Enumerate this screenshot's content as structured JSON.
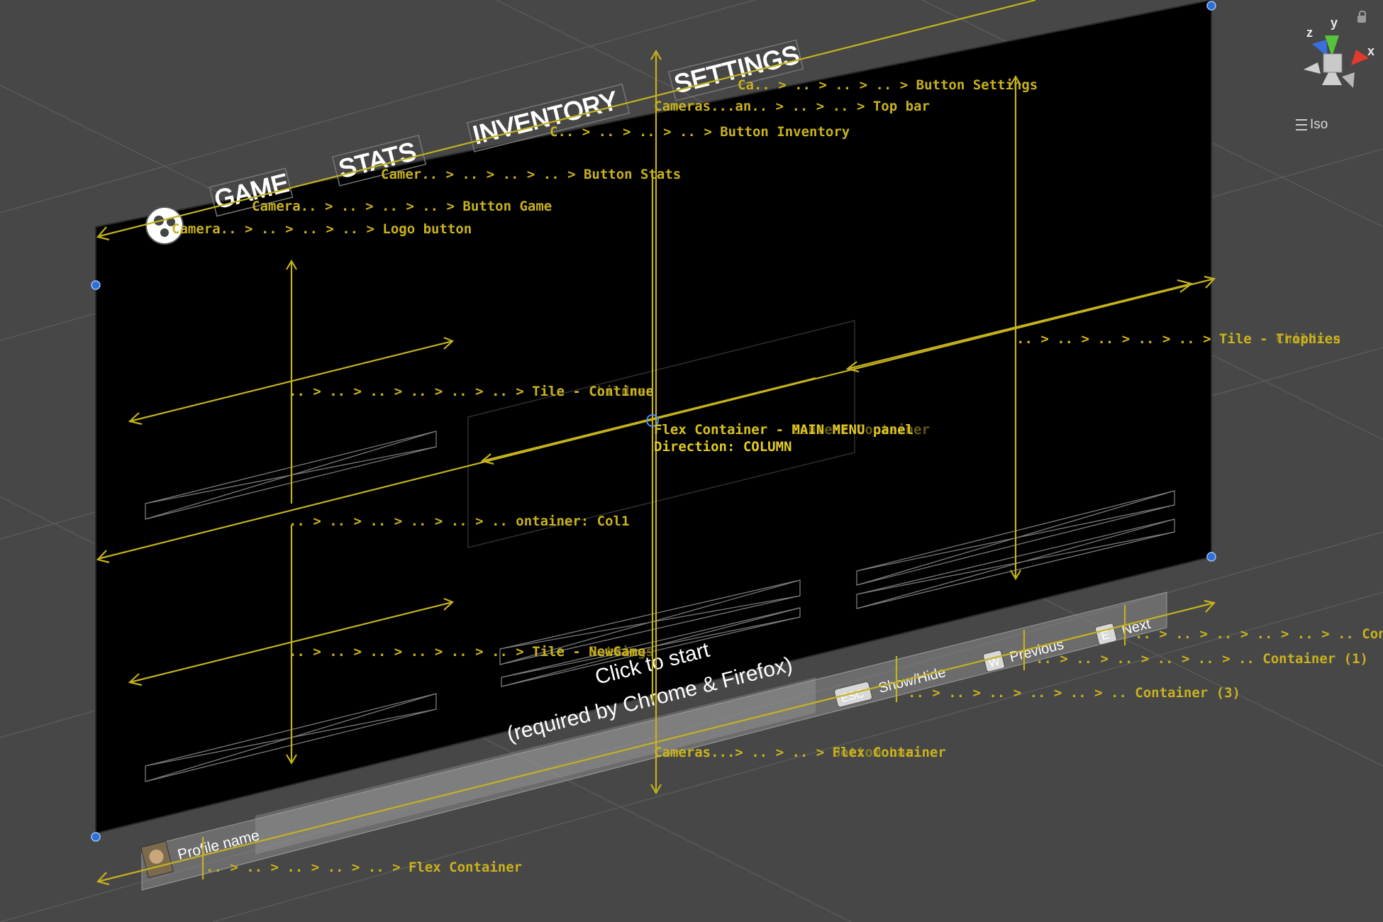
{
  "viewport": {
    "camera_mode": "Iso",
    "axis_x": "x",
    "axis_y": "y",
    "axis_z": "z"
  },
  "top_bar_buttons": {
    "game": "GAME",
    "stats": "STATS",
    "inventory": "INVENTORY",
    "settings": "SETTINGS"
  },
  "center_text": {
    "line1": "Click to start",
    "line2": "(required by Chrome & Firefox)"
  },
  "bottom_bar": {
    "profile_name": "Profile name",
    "esc_key": "ESC",
    "show_hide": "Show/Hide",
    "w_key": "W",
    "previous": "Previous",
    "e_key": "E",
    "next": "Next"
  },
  "hierarchy_labels": {
    "button_settings": "Ca.. > .. > .. > .. > Button Settings",
    "top_bar": "Cameras...an.. > .. > .. > Top bar",
    "button_inventory": "C.. > .. > .. > .. > Button Inventory",
    "button_stats": "Camer.. > .. > .. > .. > Button Stats",
    "button_game": "Camera.. > .. > .. > .. > Button Game",
    "logo_button": "Camera.. > .. > .. > .. > Logo button",
    "tile_trophies": ".. > .. > .. > .. > .. > Tile - Trophies",
    "tile_children": ".. > .. > .. > .. > .. > Tile - Children",
    "tile_continue": ".. > .. > .. > .. > .. > .. > Tile - Continue",
    "tile_children_2": ".. > .. > .. > .. > .. > .. > Tile - Children",
    "main_label_1": "Flex Container - MAIN MENU panel",
    "main_label_2": "Flex Container - Content Container",
    "main_direction": "Direction: COLUMN",
    "container_col1": ".. > .. > .. > .. > .. > .. ontainer: Col1",
    "tile_newgame": ".. > .. > .. > .. > .. > .. > Tile - NewGame",
    "tile_settings": ".. > .. > .. > .. > .. > .. > Tile - Settings",
    "container_right": ".. > .. > .. > .. > .. > ..  Container (",
    "container_1": ".. > .. > .. > .. > .. > ..  Container (1)",
    "container_3": ".. > .. > .. > .. > .. > ..  Container (3)",
    "flex_container_bottom": "Cameras...> .. > .. > Flex Container",
    "bottom_bar_label": "Cameras...> .. > .. > Bottom bar",
    "flex_container_profile": ".. > .. > .. > .. > .. > Flex Container"
  },
  "colors": {
    "viewport_bg": "#474747",
    "panel_bg": "#000000",
    "gizmo_yellow": "#d4c21f",
    "handle_blue": "#2f6fd6",
    "axis_x_red": "#e23a2a",
    "axis_y_green": "#57c23b",
    "axis_z_blue": "#3a6fe0"
  }
}
